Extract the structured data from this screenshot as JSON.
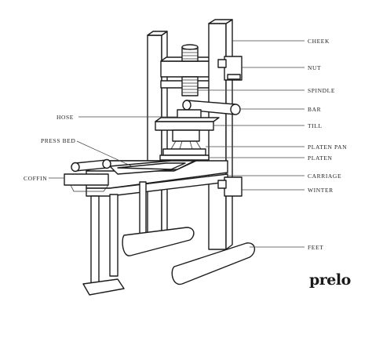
{
  "diagram": {
    "labels_right": [
      {
        "key": "cheek",
        "text": "CHEEK"
      },
      {
        "key": "nut",
        "text": "NUT"
      },
      {
        "key": "spindle",
        "text": "SPINDLE"
      },
      {
        "key": "bar",
        "text": "BAR"
      },
      {
        "key": "till",
        "text": "TILL"
      },
      {
        "key": "platen_pan",
        "text": "PLATEN PAN"
      },
      {
        "key": "platen",
        "text": "PLATEN"
      },
      {
        "key": "carriage",
        "text": "CARRIAGE"
      },
      {
        "key": "winter",
        "text": "WINTER"
      },
      {
        "key": "feet",
        "text": "FEET"
      }
    ],
    "labels_left": [
      {
        "key": "hose",
        "text": "HOSE"
      },
      {
        "key": "press_bed",
        "text": "PRESS BED"
      },
      {
        "key": "coffin",
        "text": "COFFIN"
      }
    ]
  },
  "brand": {
    "text": "prelo"
  }
}
